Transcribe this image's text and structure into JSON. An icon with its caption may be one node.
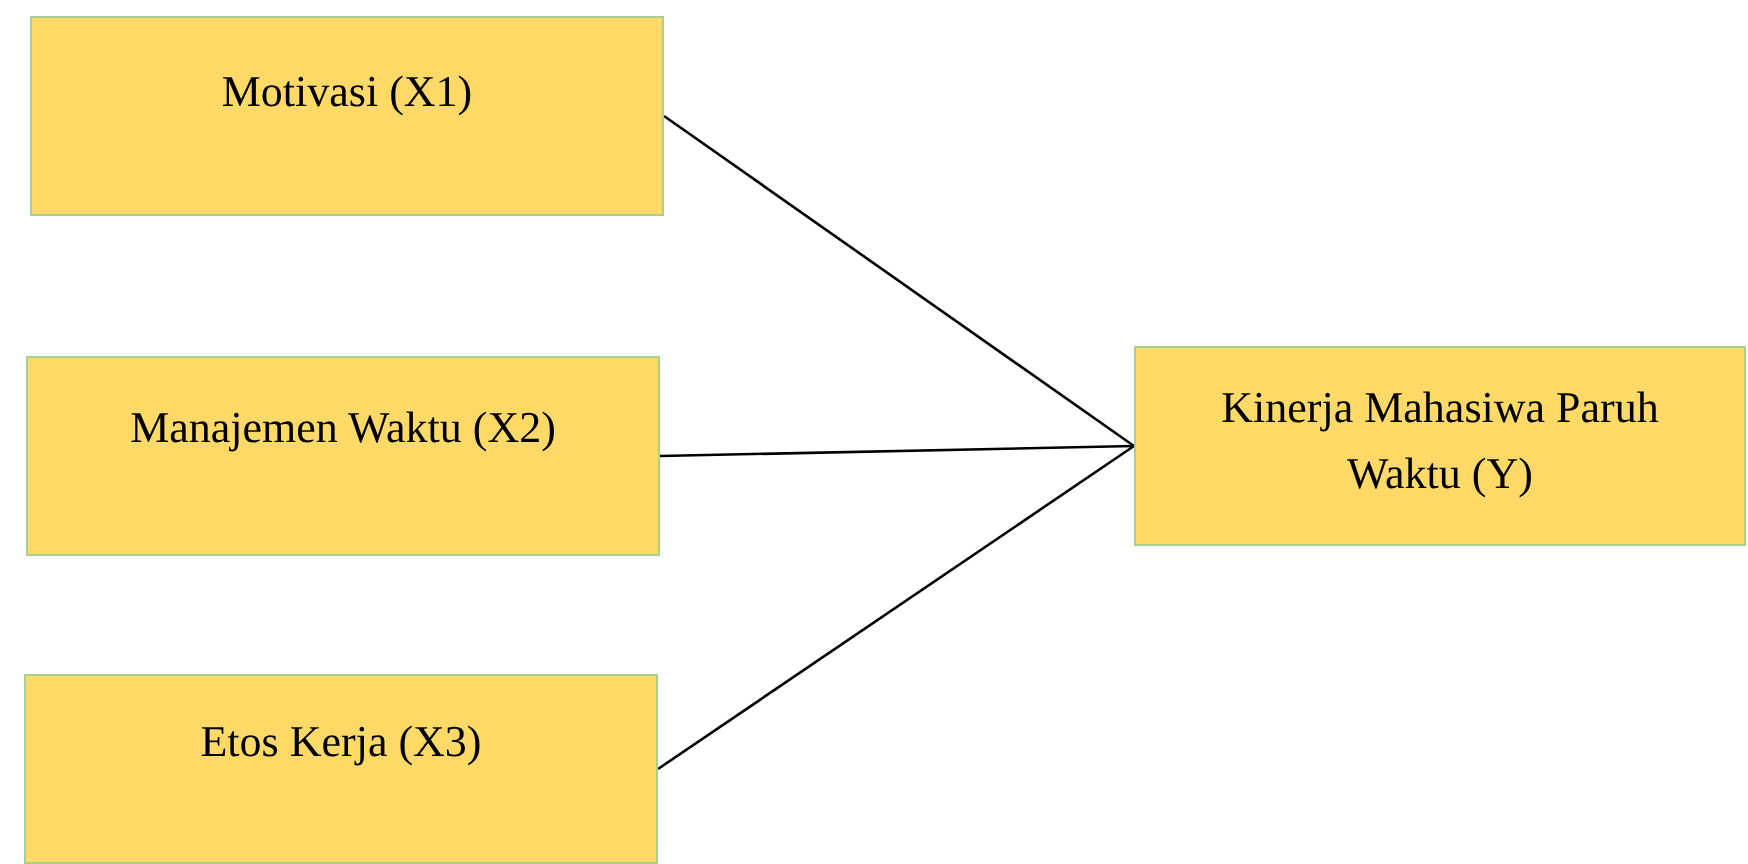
{
  "diagram": {
    "nodes": [
      {
        "text": [
          "Motivasi (X1)"
        ]
      },
      {
        "text": [
          "Manajemen Waktu (X2)"
        ]
      },
      {
        "text": [
          "Etos Kerja (X3)"
        ]
      },
      {
        "text": [
          "Kinerja Mahasiwa Paruh Waktu (Y)"
        ]
      }
    ],
    "edges": [
      {
        "from": 0,
        "to": 3,
        "arrow": "none"
      },
      {
        "from": 1,
        "to": 3,
        "arrow": "none"
      },
      {
        "from": 2,
        "to": 3,
        "arrow": "none"
      }
    ]
  }
}
